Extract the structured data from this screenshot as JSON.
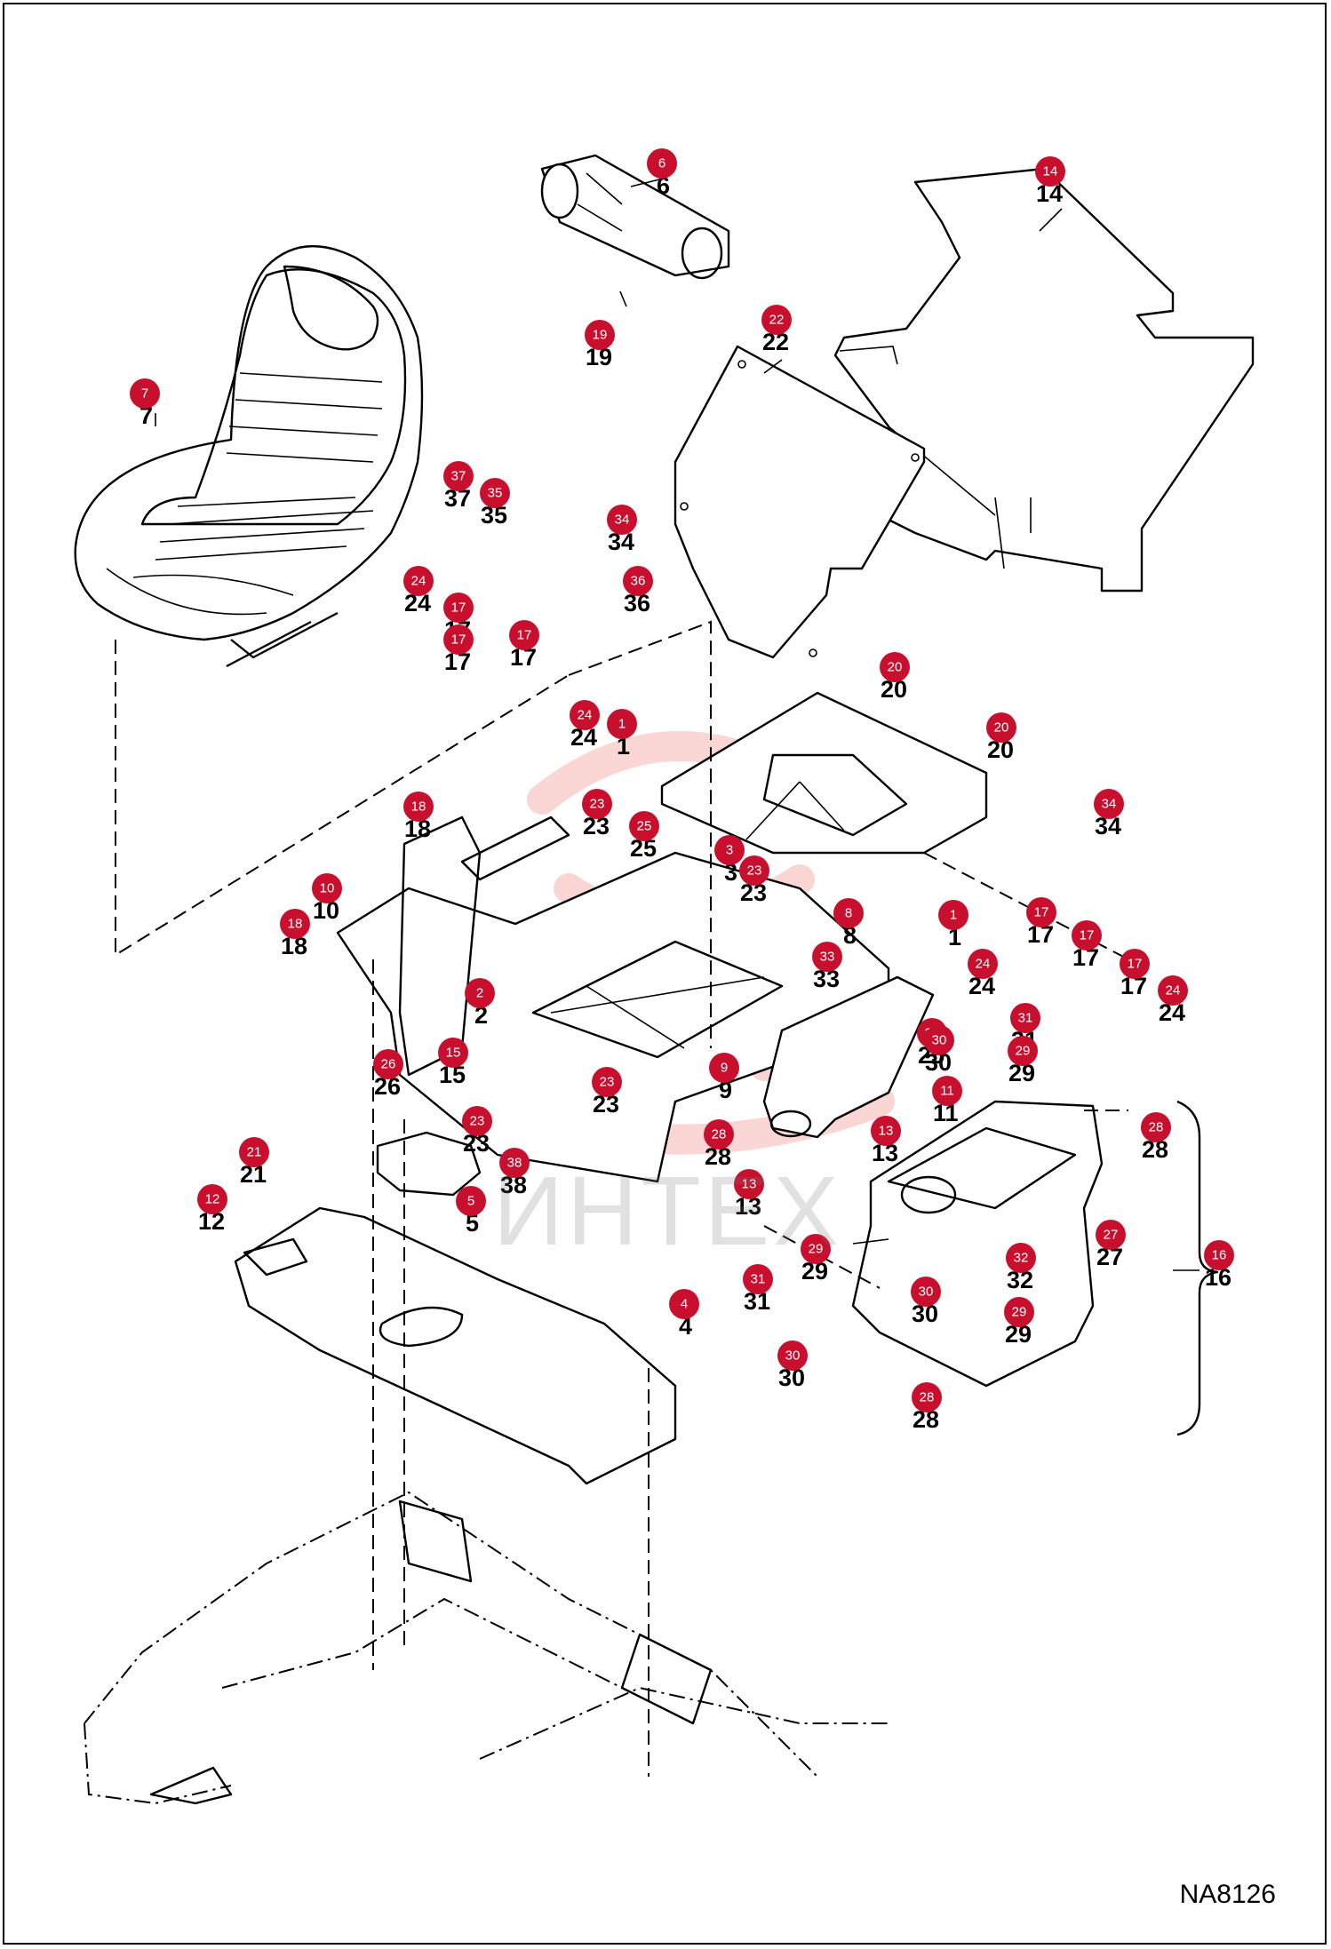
{
  "drawing_id": "NA8126",
  "watermark": "ИНТЕХ",
  "colors": {
    "callout": "#c8102e",
    "line": "#000000",
    "watermark": "#e8453c"
  },
  "callouts": [
    {
      "n": "1"
    },
    {
      "n": "2"
    },
    {
      "n": "3"
    },
    {
      "n": "4"
    },
    {
      "n": "5"
    },
    {
      "n": "6"
    },
    {
      "n": "7"
    },
    {
      "n": "8"
    },
    {
      "n": "9"
    },
    {
      "n": "10"
    },
    {
      "n": "11"
    },
    {
      "n": "12"
    },
    {
      "n": "13"
    },
    {
      "n": "14"
    },
    {
      "n": "15"
    },
    {
      "n": "16"
    },
    {
      "n": "17"
    },
    {
      "n": "18"
    },
    {
      "n": "19"
    },
    {
      "n": "20"
    },
    {
      "n": "21"
    },
    {
      "n": "22"
    },
    {
      "n": "23"
    },
    {
      "n": "24"
    },
    {
      "n": "25"
    },
    {
      "n": "26"
    },
    {
      "n": "27"
    },
    {
      "n": "28"
    },
    {
      "n": "29"
    },
    {
      "n": "30"
    },
    {
      "n": "31"
    },
    {
      "n": "32"
    },
    {
      "n": "33"
    },
    {
      "n": "34"
    },
    {
      "n": "35"
    },
    {
      "n": "36"
    },
    {
      "n": "37"
    },
    {
      "n": "38"
    }
  ]
}
